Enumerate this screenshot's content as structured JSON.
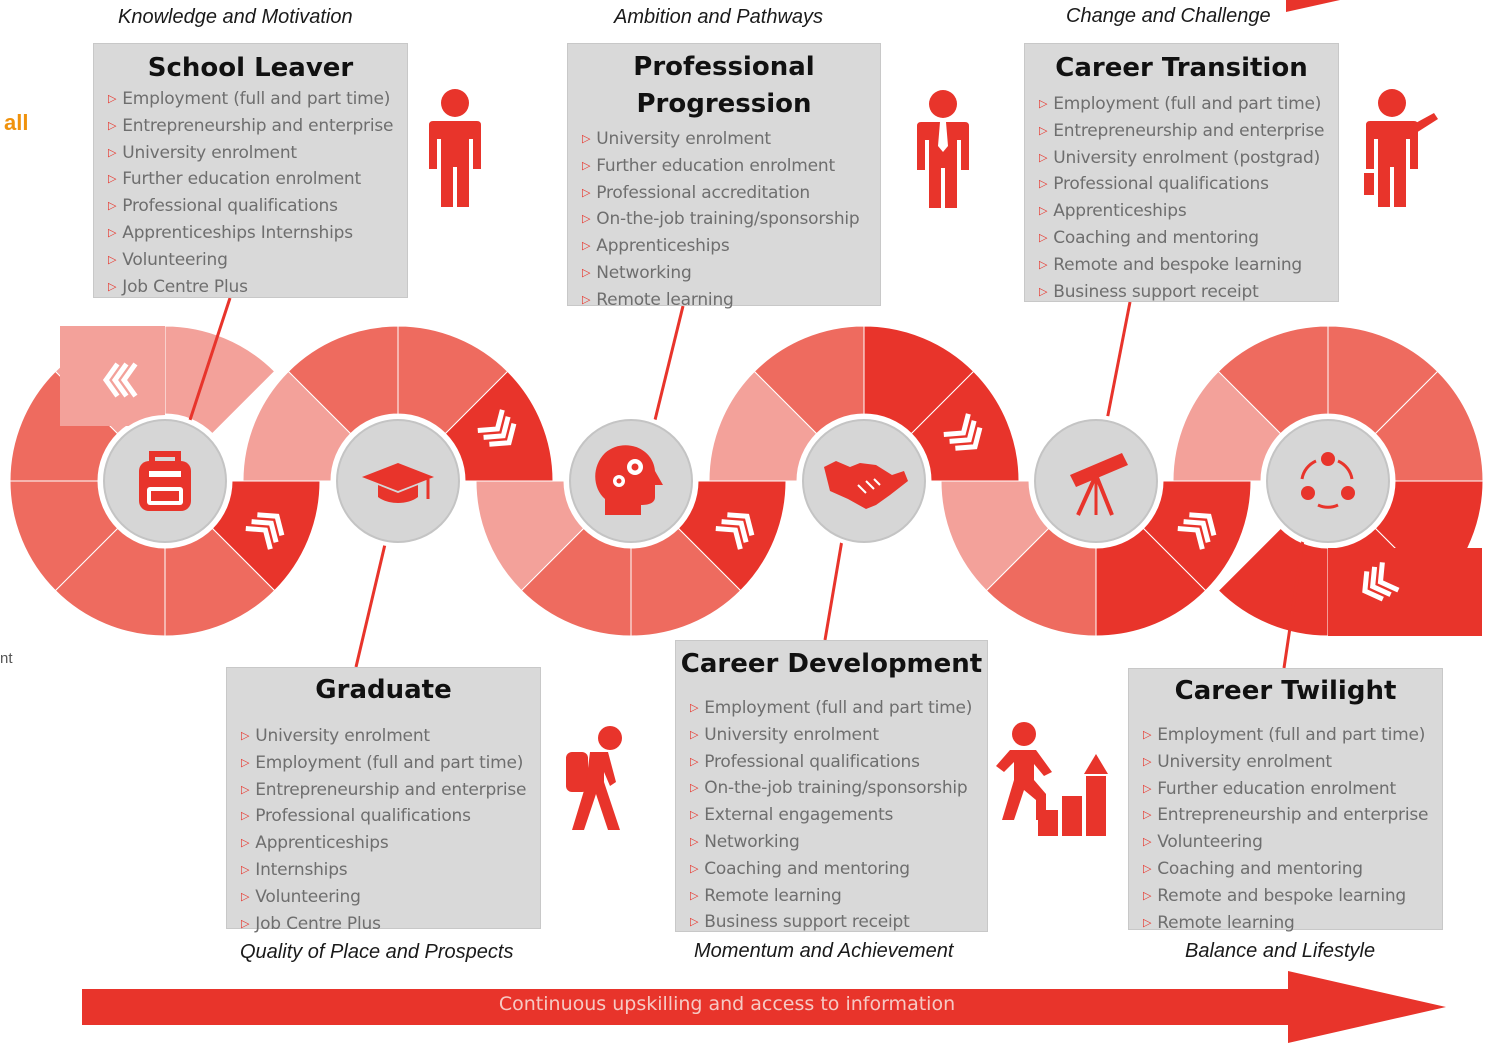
{
  "captions": {
    "top": [
      "Knowledge and Motivation",
      "Ambition and Pathways",
      "Change and Challenge"
    ],
    "bottom": [
      "Quality of Place and Prospects",
      "Momentum and Achievement",
      "Balance and Lifestyle"
    ]
  },
  "stages": [
    {
      "title": "School Leaver",
      "items": [
        "Employment (full and part time)",
        "Entrepreneurship and enterprise",
        "University enrolment",
        "Further education enrolment",
        "Professional qualifications",
        "Apprenticeships Internships",
        "Volunteering",
        "Job Centre Plus"
      ],
      "stage_icon": "backpack-icon",
      "person_icon": "standing-person-icon"
    },
    {
      "title": "Graduate",
      "items": [
        "University enrolment",
        "Employment (full and part time)",
        "Entrepreneurship and enterprise",
        "Professional qualifications",
        "Apprenticeships",
        "Internships",
        "Volunteering",
        "Job Centre Plus"
      ],
      "stage_icon": "graduation-cap-icon",
      "person_icon": "hiker-with-backpack-icon"
    },
    {
      "title_lines": [
        "Professional",
        "Progression"
      ],
      "items": [
        "University enrolment",
        "Further education enrolment",
        "Professional accreditation",
        "On-the-job training/sponsorship",
        "Apprenticeships",
        "Networking",
        "Remote learning"
      ],
      "stage_icon": "head-with-gears-icon",
      "person_icon": "person-with-tie-icon"
    },
    {
      "title": "Career Development",
      "items": [
        "Employment (full and part time)",
        "University enrolment",
        "Professional qualifications",
        "On-the-job training/sponsorship",
        "External engagements",
        "Networking",
        "Coaching and mentoring",
        "Remote learning",
        "Business support receipt"
      ],
      "stage_icon": "handshake-icon",
      "person_icon": "person-climbing-steps-icon"
    },
    {
      "title": "Career Transition",
      "items": [
        "Employment (full and part time)",
        "Entrepreneurship and enterprise",
        "University enrolment (postgrad)",
        "Professional qualifications",
        "Apprenticeships",
        "Coaching and mentoring",
        "Remote and bespoke learning",
        "Business support receipt"
      ],
      "stage_icon": "telescope-icon",
      "person_icon": "presenter-with-briefcase-icon"
    },
    {
      "title": "Career Twilight",
      "items": [
        "Employment (full and part time)",
        "University enrolment",
        "Further education enrolment",
        "Entrepreneurship and enterprise",
        "Volunteering",
        "Coaching and mentoring",
        "Remote and bespoke learning",
        "Remote learning"
      ],
      "stage_icon": "cycle-arrows-icon",
      "person_icon": null
    }
  ],
  "bottom_arrow": {
    "label": "Continuous upskilling and access to information"
  },
  "edge_fragments": {
    "left_orange": "all",
    "left_gray": "nt"
  },
  "colors": {
    "accent": "#e8342b",
    "light": "#f3a19a",
    "mid": "#ee6b5f",
    "box_bg": "#d9d9d9",
    "circle_bg": "#d6d6d6",
    "edge_orange": "#f0920c"
  }
}
